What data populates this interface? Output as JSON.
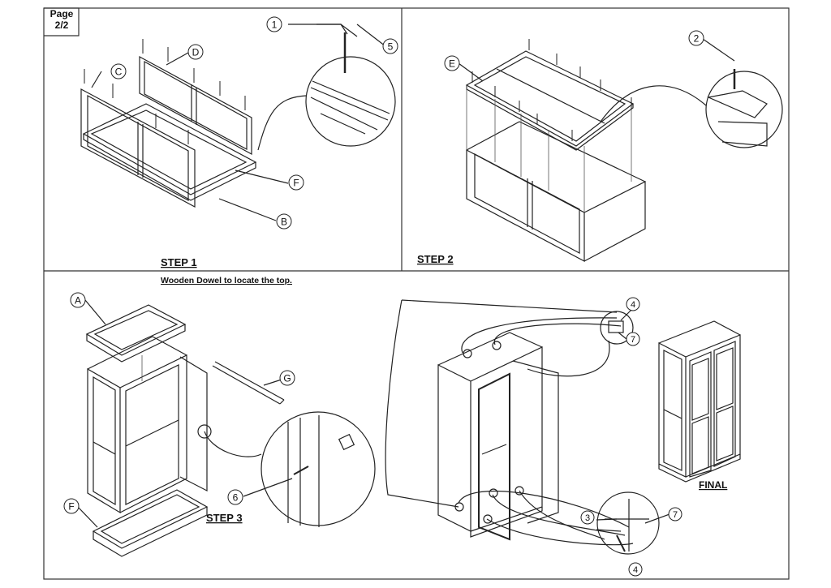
{
  "page_label": {
    "line1": "Page",
    "line2": "2/2"
  },
  "steps": {
    "step1": {
      "title": "STEP 1",
      "parts": {
        "c": "C",
        "d": "D",
        "b": "B",
        "f": "F"
      },
      "callouts": {
        "n1": "1",
        "n5": "5"
      }
    },
    "step2": {
      "title": "STEP 2",
      "parts": {
        "e": "E"
      },
      "callouts": {
        "n2": "2"
      }
    },
    "step3": {
      "title": "STEP 3",
      "note": "Wooden Dowel to locate the top.",
      "parts": {
        "a": "A",
        "g": "G",
        "f": "F"
      },
      "callouts": {
        "n6": "6"
      }
    },
    "step4": {
      "callouts": {
        "n4a": "4",
        "n7a": "7",
        "n3": "3",
        "n7b": "7",
        "n4b": "4"
      }
    },
    "final": {
      "title": "FINAL"
    }
  }
}
